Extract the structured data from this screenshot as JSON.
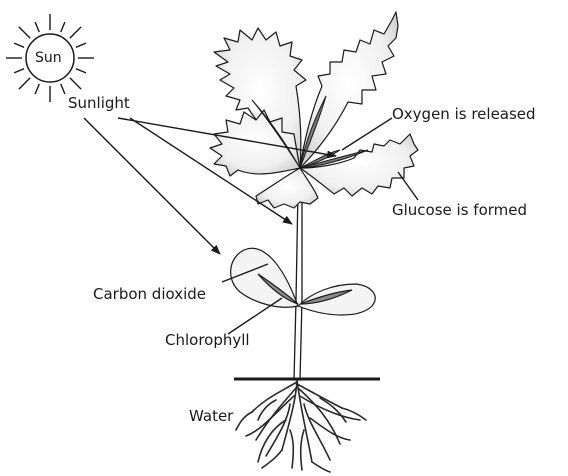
{
  "labels": {
    "sun": "Sun",
    "sunlight": "Sunlight",
    "oxygen": "Oxygen is released",
    "glucose": "Glucose is formed",
    "carbon_dioxide": "Carbon dioxide",
    "chlorophyll": "Chlorophyll",
    "water": "Water"
  },
  "colors": {
    "ink": "#1a1a1a",
    "leaf_fill": "#f2f2f2",
    "leaf_shade": "#d6d6d6",
    "chlorophyll_fill": "#7a7a7a",
    "root": "#2a2a2a"
  }
}
